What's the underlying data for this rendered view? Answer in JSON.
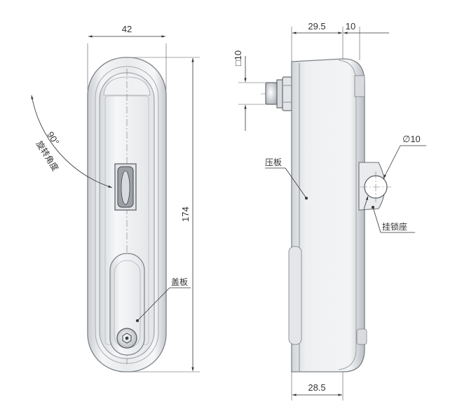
{
  "drawing": {
    "front_view": {
      "width_dim": "42",
      "height_dim": "174",
      "rotation_angle": "90°",
      "rotation_label": "旋转角度",
      "cover_label": "盖板"
    },
    "side_view": {
      "depth_dim": "29.5",
      "offset_dim": "10",
      "square_dim": "□10",
      "hole_dim": "∅10",
      "bottom_dim": "28.5",
      "pressure_plate_label": "压板",
      "padlock_seat_label": "挂锁座"
    }
  }
}
